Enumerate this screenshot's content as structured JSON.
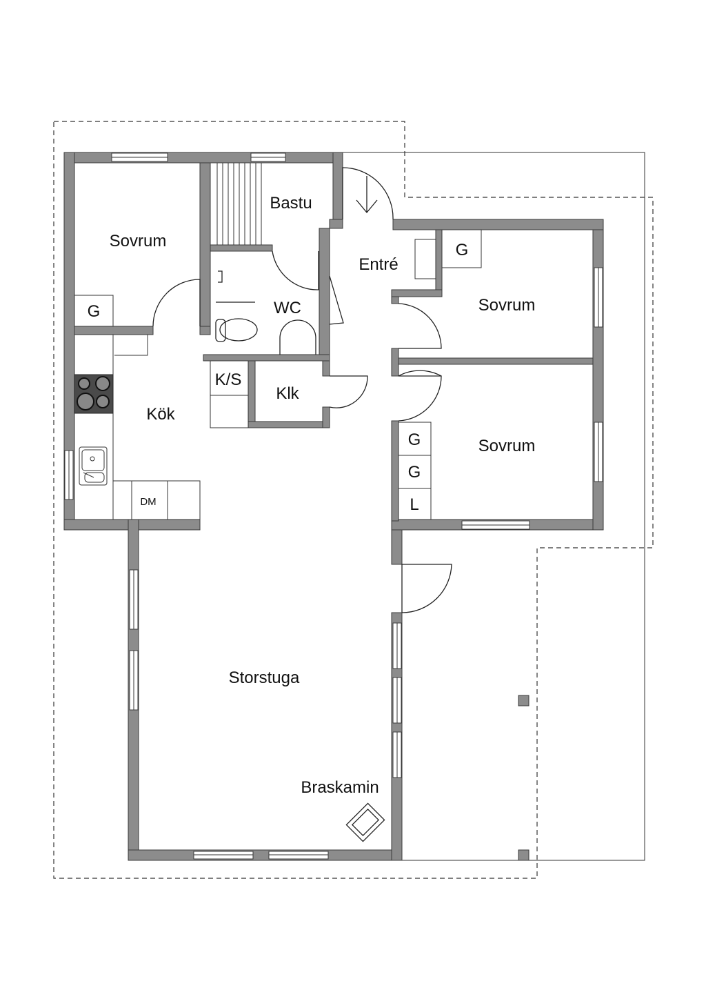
{
  "rooms": {
    "sovrum_1": "Sovrum",
    "bastu": "Bastu",
    "entre": "Entré",
    "wc": "WC",
    "sovrum_2": "Sovrum",
    "sovrum_3": "Sovrum",
    "kok": "Kök",
    "klk": "Klk",
    "ks": "K/S",
    "storstuga": "Storstuga",
    "braskamin": "Braskamin"
  },
  "fixtures": {
    "g1": "G",
    "g2": "G",
    "g3": "G",
    "g4": "G",
    "l": "L",
    "dm": "DM"
  },
  "colors": {
    "wall": "#8c8c8c",
    "stove": "#4a4a4a"
  }
}
